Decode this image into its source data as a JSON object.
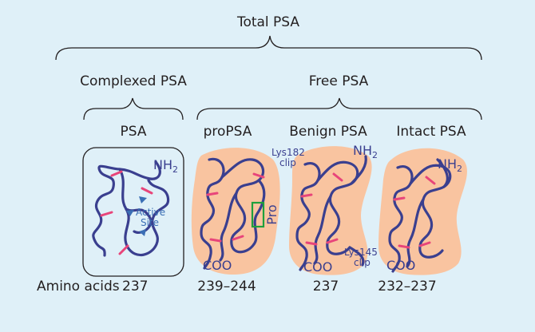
{
  "header": {
    "total": "Total PSA",
    "complexed": "Complexed PSA",
    "free": "Free PSA"
  },
  "forms": {
    "psa": "PSA",
    "propsa": "proPSA",
    "benign": "Benign PSA",
    "intact": "Intact PSA"
  },
  "labels": {
    "nh2": "NH",
    "nh2_sub": "2",
    "coo": "COO",
    "active_site_line1": "Active",
    "active_site_line2": "Site",
    "pro": "Pro",
    "lys182_line1": "Lys182",
    "lys182_line2": "clip",
    "lys145_line1": "Lys145",
    "lys145_line2": "clip"
  },
  "amino_acids": {
    "label": "Amino acids",
    "psa": "237",
    "propsa": "239–244",
    "benign": "237",
    "intact": "232–237"
  },
  "colors": {
    "background": "#dff0f8",
    "blob": "#f9c4a0",
    "chain": "#3a3f8f",
    "disulfide": "#e8457a",
    "pro_box": "#1fa03c"
  }
}
